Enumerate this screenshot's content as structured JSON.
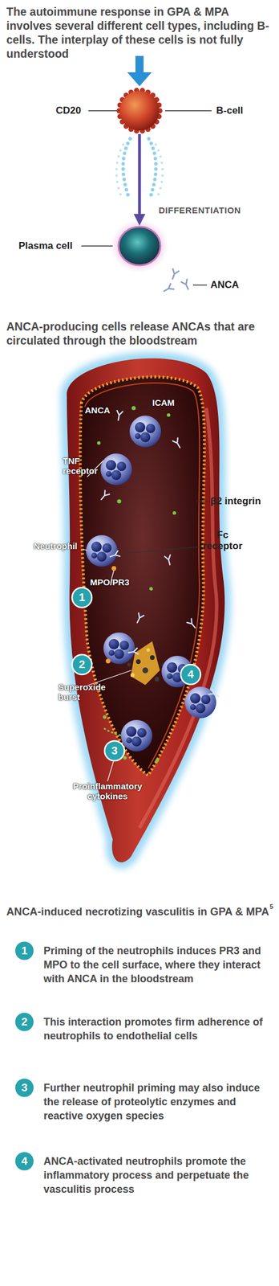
{
  "diagram": {
    "nodes": [
      {
        "text": [
          "B-cell"
        ]
      },
      {
        "text": [
          "Plasma cell"
        ]
      }
    ],
    "edges": [
      {
        "from": 0,
        "to": 1,
        "arrow": "to",
        "label": "DIFFERENTIATION"
      }
    ],
    "labels": [
      "The autoimmune response in GPA & MPA involves several different cell types, including B-cells. The interplay of these cells is not fully understood",
      "CD20",
      "ANCA",
      "ANCA-producing cells release ANCAs that are circulated through the bloodstream",
      "ANCA",
      "ICAM",
      "TNF receptor",
      "β2 integrin",
      "Fc receptor",
      "Neutrophil",
      "MPO/PR3",
      "1",
      "2",
      "Superoxide burst",
      "4",
      "3",
      "Proinflammatory cytokines",
      "ANCA-induced necrotizing vasculitis in GPA & MPA",
      "5",
      "1",
      "Priming of the neutrophils induces PR3 and MPO to the cell surface, where they interact with ANCA in the bloodstream",
      "2",
      "This interaction promotes firm adherence of neutrophils to endothelial cells",
      "3",
      "Further neutrophil priming may also induce the release of proteolytic enzymes and reactive oxygen species",
      "4",
      "ANCA-activated neutrophils promote the inflammatory process and perpetuate the vasculitis process"
    ]
  }
}
